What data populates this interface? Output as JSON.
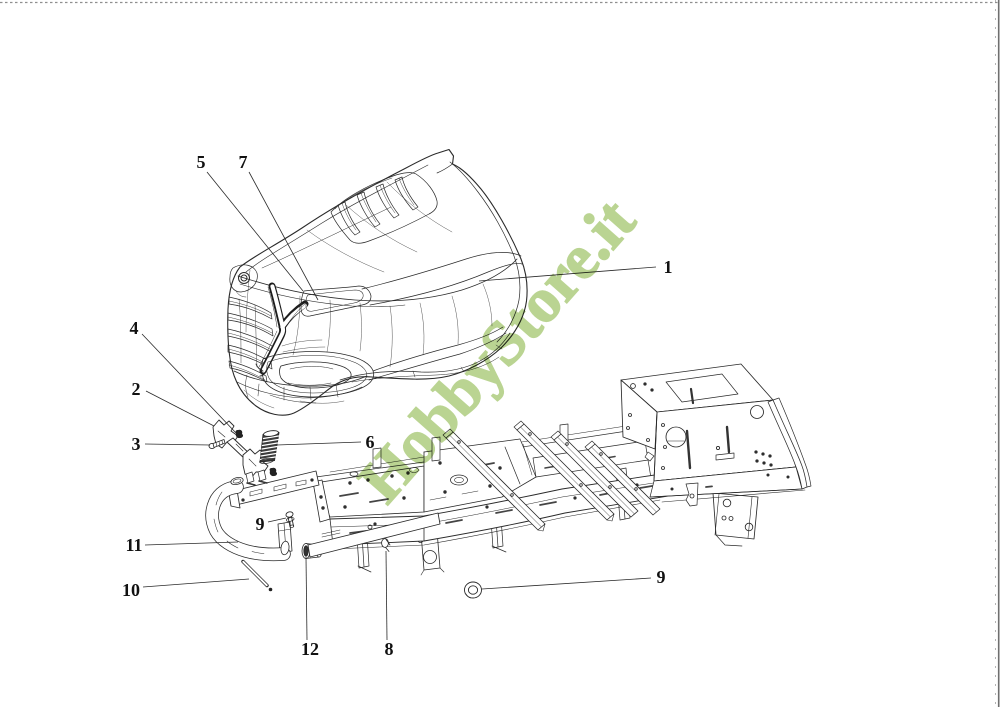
{
  "page": {
    "background_color": "#ffffff",
    "border": {
      "top_style": "dotted",
      "right_style": "solid",
      "color": "#8f8f8f"
    }
  },
  "watermark": {
    "text": "HobbyStore.it",
    "color": "#b7d28c",
    "opacity": 0.95
  },
  "diagram": {
    "type": "exploded-parts-diagram",
    "subject": "riding mower hood and chassis frame",
    "line_color": "#2a2a2a",
    "callouts": [
      {
        "label": "1"
      },
      {
        "label": "2"
      },
      {
        "label": "3"
      },
      {
        "label": "4"
      },
      {
        "label": "5"
      },
      {
        "label": "6"
      },
      {
        "label": "7"
      },
      {
        "label": "8"
      },
      {
        "label": "9"
      },
      {
        "label": "9"
      },
      {
        "label": "10"
      },
      {
        "label": "11"
      },
      {
        "label": "12"
      }
    ]
  }
}
